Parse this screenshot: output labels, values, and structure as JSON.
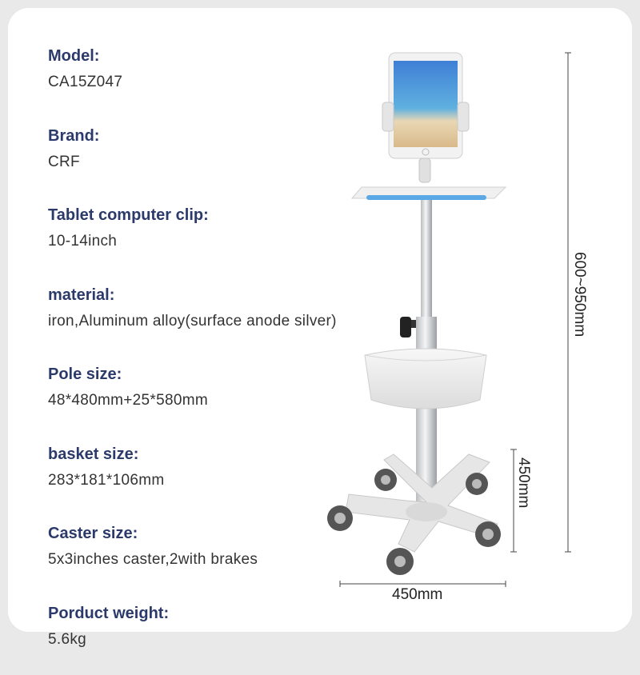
{
  "specs": [
    {
      "label": "Model:",
      "value": "CA15Z047"
    },
    {
      "label": "Brand:",
      "value": "CRF"
    },
    {
      "label": "Tablet computer clip:",
      "value": "10-14inch"
    },
    {
      "label": "material:",
      "value": "iron,Aluminum alloy(surface anode silver)"
    },
    {
      "label": "Pole size:",
      "value": "48*480mm+25*580mm"
    },
    {
      "label": "basket size:",
      "value": "283*181*106mm"
    },
    {
      "label": "Caster size:",
      "value": "5x3inches caster,2with brakes"
    },
    {
      "label": "Porduct weight:",
      "value": "5.6kg"
    }
  ],
  "dimensions": {
    "base_width": "450mm",
    "base_height": "450mm",
    "total_height": "600~950mm"
  },
  "colors": {
    "label": "#2b3a6b",
    "value": "#333333",
    "accent_strip": "#5aa9e6"
  }
}
